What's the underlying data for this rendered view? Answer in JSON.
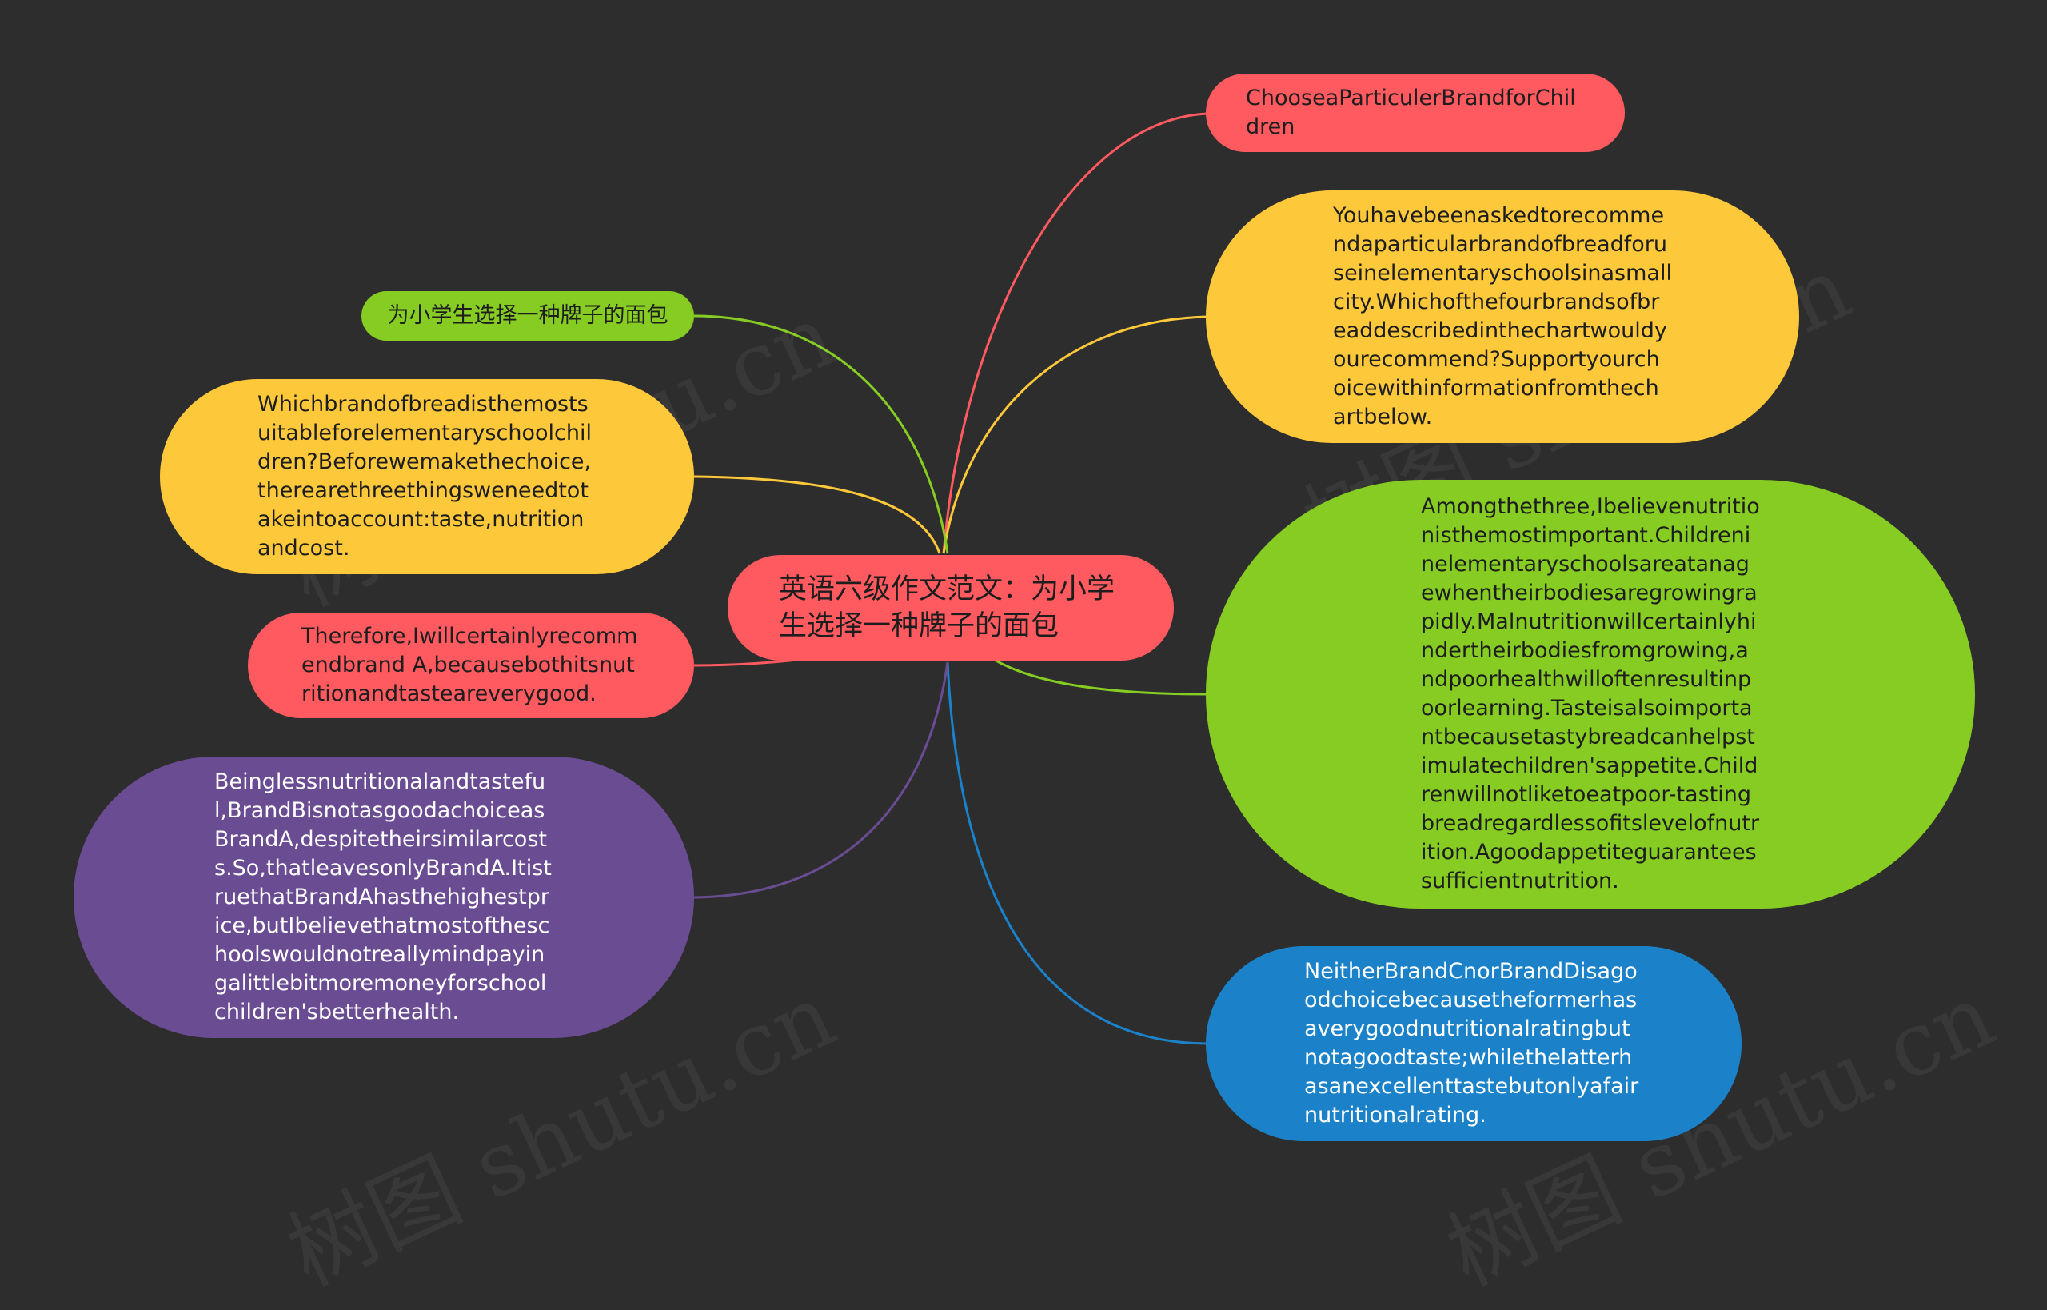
{
  "colors": {
    "background": "#2d2d2d",
    "red": "#ff5a5f",
    "yellow": "#fdc83a",
    "green": "#86cc23",
    "purple": "#6a4c93",
    "blue": "#1b82c9"
  },
  "center": {
    "text": "英语六级作文范文：为小学生选择一种牌子的面包"
  },
  "branches": [
    {
      "id": "right-title",
      "text": "ChooseaParticulerBrandforChildren"
    },
    {
      "id": "right-prompt",
      "text": "Youhavebeenaskedtorecommendaparticularbrandofbreadforuseinelementaryschoolsinasmallcity.Whichofthefourbrandsofbreaddescribedinthechartwouldyourecommend?Supportyourchoicewithinformationfromthechartbelow."
    },
    {
      "id": "right-nutrition",
      "text": "Amongthethree,Ibelievenutritionisthemostimportant.Childreninelementaryschoolsareatanagewhentheirbodiesaregrowingrapidly.Malnutritionwillcertainlyhindertheirbodiesfromgrowing,andpoorhealthwilloftenresultinpoorlearning.Tasteisalsoimportantbecausetastybreadcanhelpstimulatechildren'sappetite.Childrenwillnotliketoeatpoor-tastingbreadregardlessofitslevelofnutrition.Agoodappetiteguaranteessufficientnutrition."
    },
    {
      "id": "right-brandcd",
      "text": "NeitherBrandCnorBrandDisagoodchoicebecausetheformerhasaverygoodnutritionalratingbutnotagoodtaste;whilethelatterhasanexcellenttastebutonlyafairnutritionalrating."
    },
    {
      "id": "left-title",
      "text": "为小学生选择一种牌子的面包"
    },
    {
      "id": "left-question",
      "text": "Whichbrandofbreadisthemostsuitableforelementaryschoolchildren?Beforewemakethechoice,therearethreethingsweneedtotakeintoaccount:taste,nutritionandcost."
    },
    {
      "id": "left-conclusion",
      "text": "Therefore,Iwillcertainlyrecommendbrand A,becausebothitsnutritionandtasteareverygood."
    },
    {
      "id": "left-brandb",
      "text": "Beinglessnutritionalandtasteful,BrandBisnotasgoodachoiceasBrandA,despitetheirsimilarcosts.So,thatleavesonlyBrandA.ItistruethatBrandAhasthehighestprice,butIbelievethatmostoftheschoolswouldnotreallymindpayingalittlebitmoremoneyforschoolchildren'sbetterhealth."
    }
  ],
  "watermark": {
    "text": "树图 shutu.cn"
  }
}
